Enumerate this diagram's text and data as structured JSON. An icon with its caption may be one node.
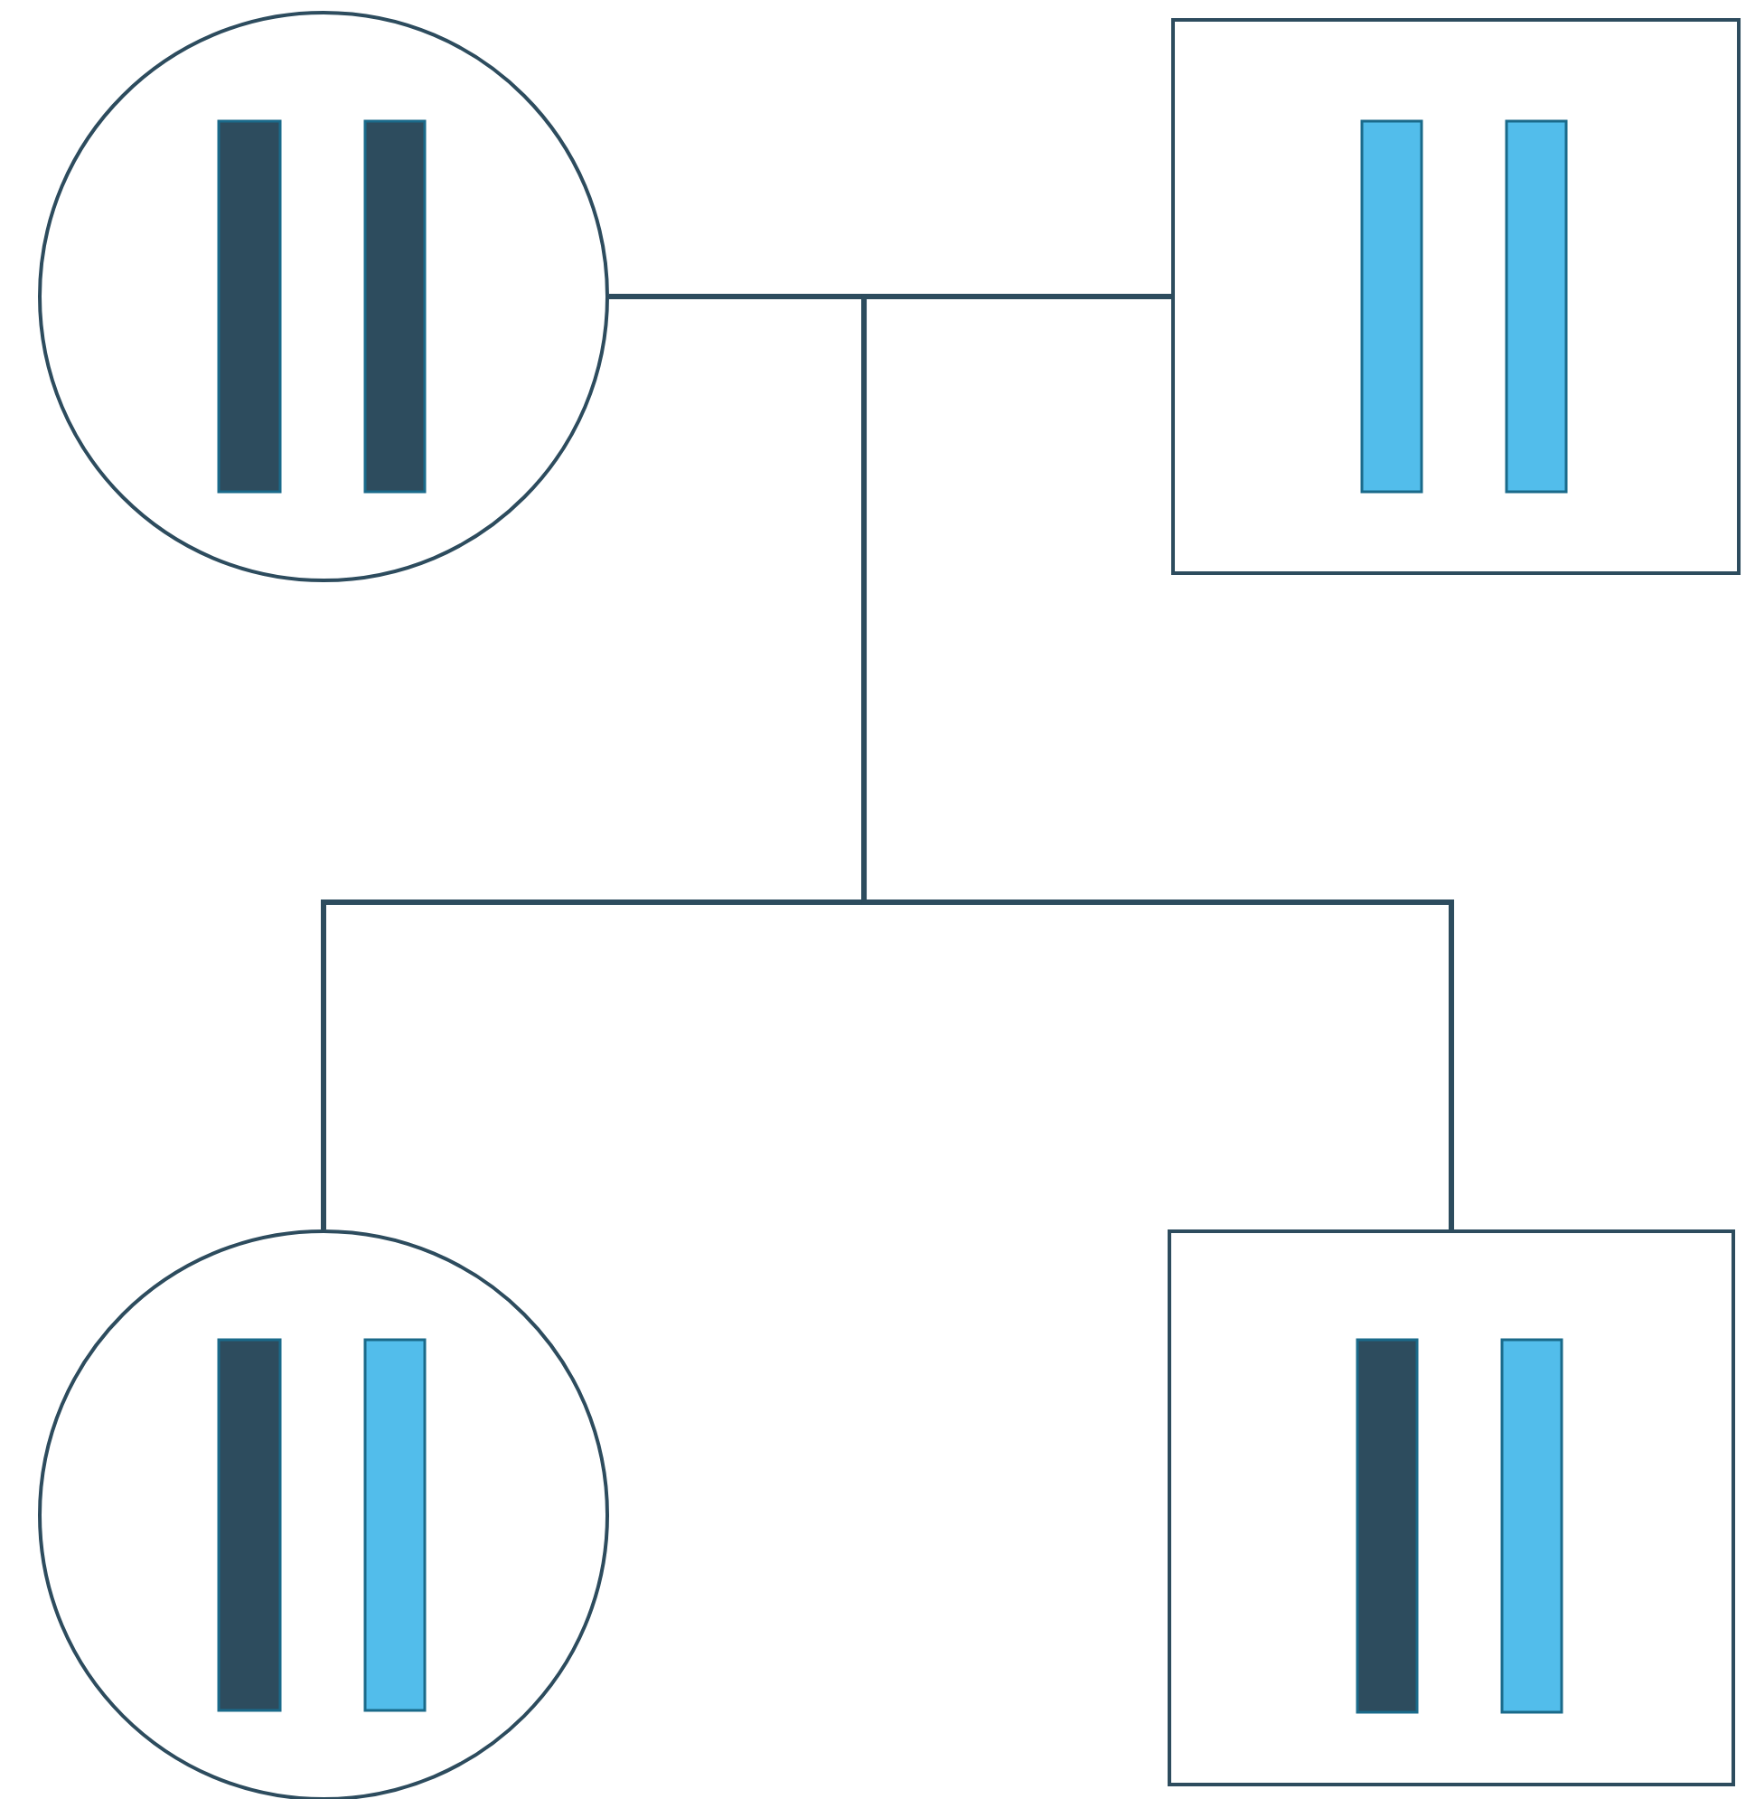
{
  "diagram": {
    "nodes": [
      {
        "text": [],
        "shape": "circle"
      },
      {
        "text": [],
        "shape": "box"
      },
      {
        "text": [],
        "shape": "circle"
      },
      {
        "text": [],
        "shape": "box"
      }
    ],
    "edges": [
      {
        "from": 0,
        "to": 1,
        "arrow": "none"
      },
      {
        "from": 0,
        "to": 2,
        "arrow": "none"
      },
      {
        "from": 0,
        "to": 3,
        "arrow": "none"
      },
      {
        "from": 1,
        "to": 2,
        "arrow": "none"
      },
      {
        "from": 1,
        "to": 3,
        "arrow": "none"
      }
    ]
  }
}
